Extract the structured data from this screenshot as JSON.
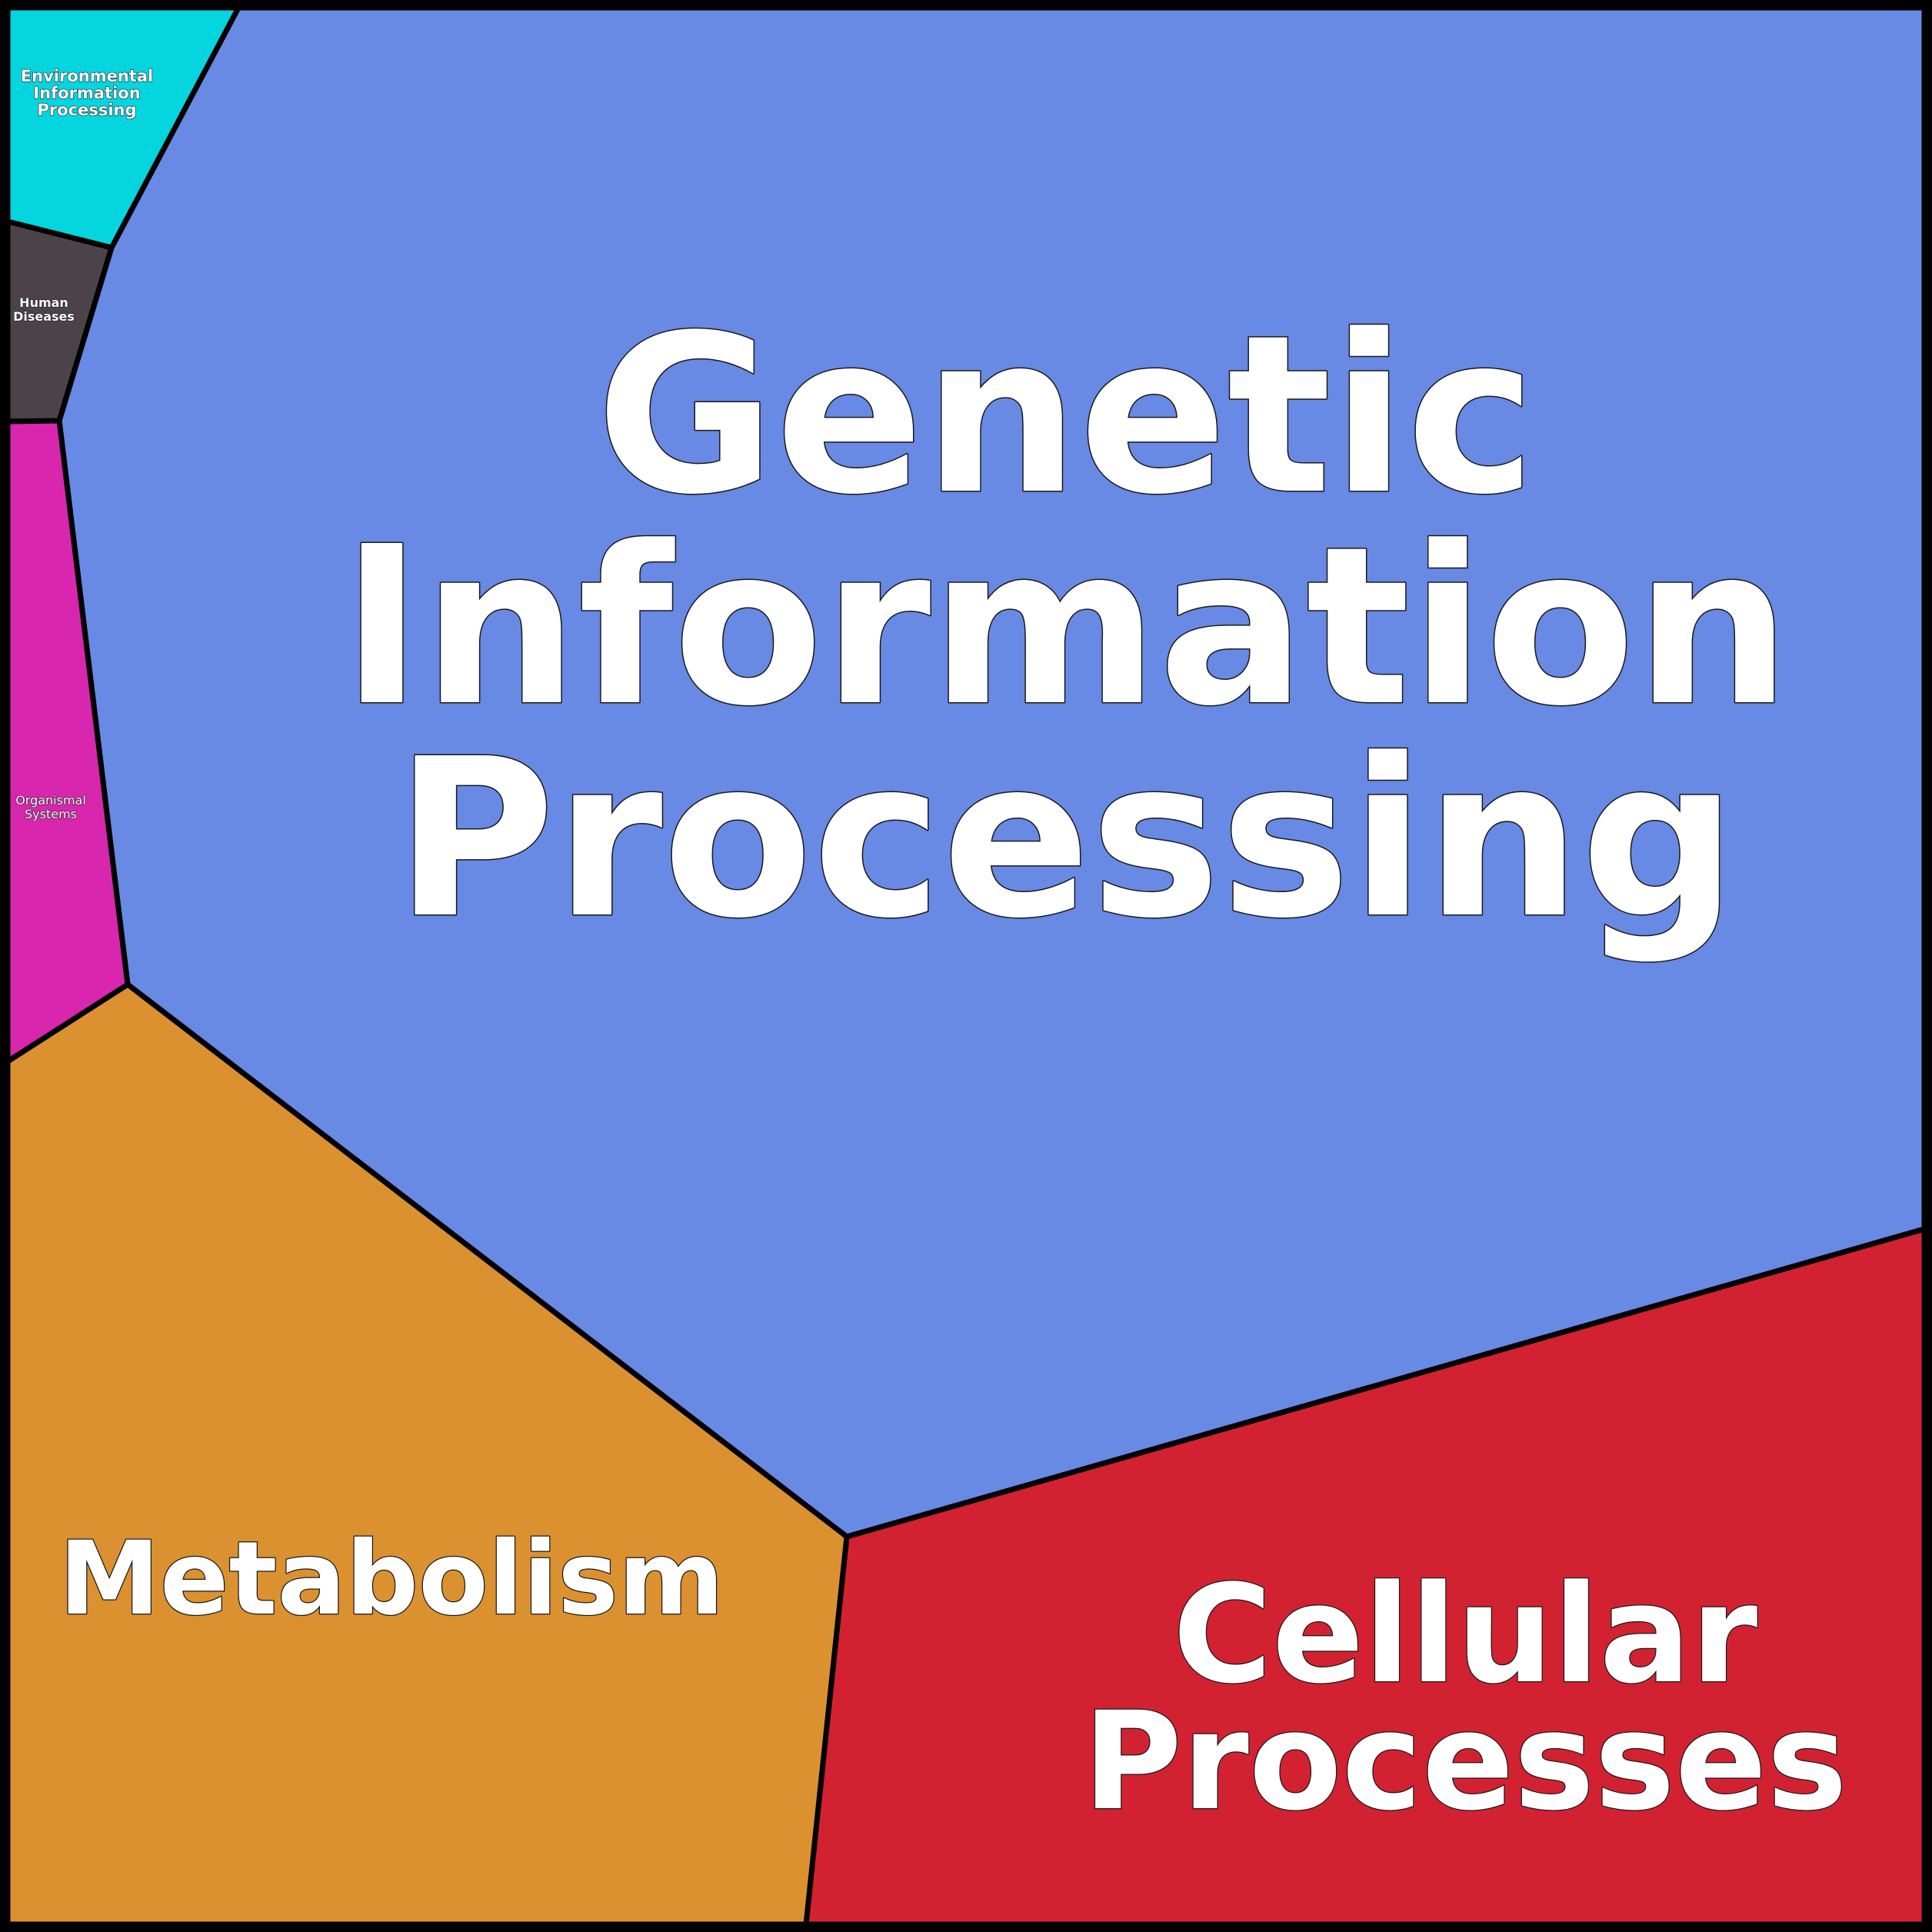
{
  "title": "KEGG pathway category treemap",
  "colors": {
    "genetic": "#6889e4",
    "cellular": "#d22232",
    "metabolism": "#dc9130",
    "environmental": "#04d5df",
    "human": "#4c434a",
    "organismal": "#d826ae",
    "border": "#000000",
    "text": "#ffffff"
  },
  "regions": {
    "genetic": {
      "lines": [
        "Genetic",
        "Information",
        "Processing"
      ]
    },
    "cellular": {
      "lines": [
        "Cellular",
        "Processes"
      ]
    },
    "metabolism": {
      "lines": [
        "Metabolism"
      ]
    },
    "environmental": {
      "lines": [
        "Environmental",
        "Information",
        "Processing"
      ]
    },
    "human": {
      "lines": [
        "Human",
        "Diseases"
      ]
    },
    "organismal": {
      "lines": [
        "Organismal",
        "Systems"
      ]
    }
  }
}
